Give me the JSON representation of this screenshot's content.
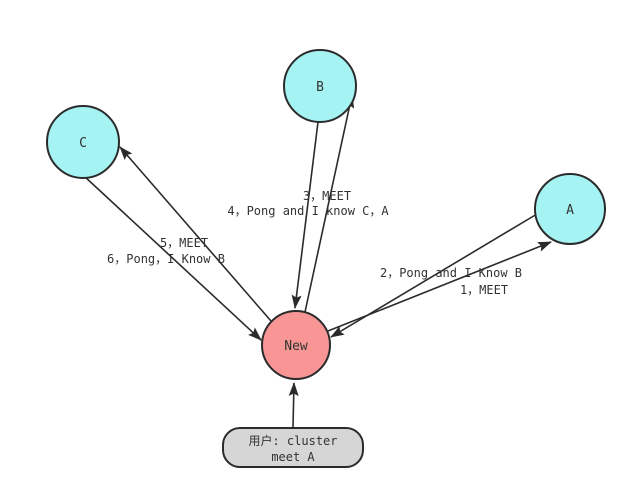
{
  "diagram": {
    "colors": {
      "background": "#ffffff",
      "node_fill": "#a6f3f4",
      "new_node_fill": "#f79694",
      "command_box_fill": "#d6d6d6",
      "stroke": "#2b2b2b",
      "text": "#333333"
    },
    "nodes": {
      "b": {
        "label": "B"
      },
      "c": {
        "label": "C"
      },
      "a": {
        "label": "A"
      },
      "new": {
        "label": "New"
      }
    },
    "edge_labels": {
      "step1": "1，MEET",
      "step2": "2，Pong and I Know B",
      "step3": "3，MEET",
      "step4": "4，Pong and I know C，A",
      "step5": "5，MEET",
      "step6": "6，Pong，I Know B"
    },
    "command_box": {
      "line1": "用户: cluster",
      "line2": "meet A"
    }
  }
}
